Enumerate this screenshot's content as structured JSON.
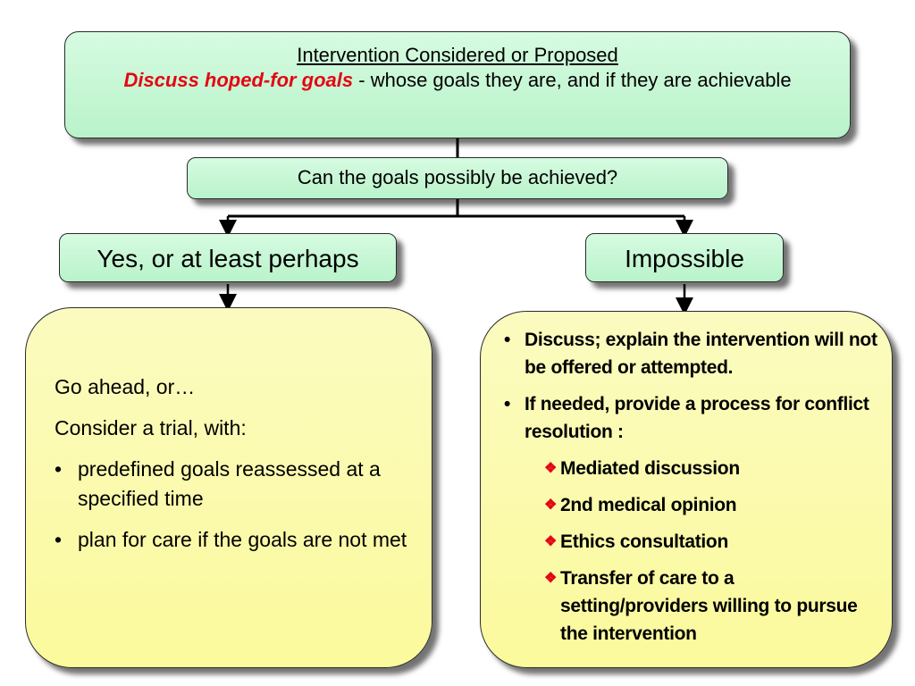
{
  "top_box": {
    "title": "Intervention Considered or Proposed",
    "emphasis": "Discuss hoped-for goals",
    "rest": " - whose goals they are, and if they are achievable"
  },
  "question": "Can the goals possibly be achieved?",
  "yes_label": "Yes, or at least perhaps",
  "impossible_label": "Impossible",
  "left": {
    "line1": "Go ahead, or…",
    "line2": "Consider a trial, with:",
    "bullets": [
      "predefined goals reassessed at a specified time",
      "plan for care if the goals are not met"
    ]
  },
  "right": {
    "bullets": [
      "Discuss; explain the intervention will not be offered or attempted.",
      "If needed, provide a process for conflict resolution :"
    ],
    "sub_items": [
      "Mediated discussion",
      "2nd medical opinion",
      "Ethics consultation",
      "Transfer of care to a setting/providers willing to pursue the intervention"
    ]
  },
  "colors": {
    "emphasis_red": "#e30613",
    "green_box": "#c8f7d5",
    "yellow_box": "#fbfaa8"
  }
}
